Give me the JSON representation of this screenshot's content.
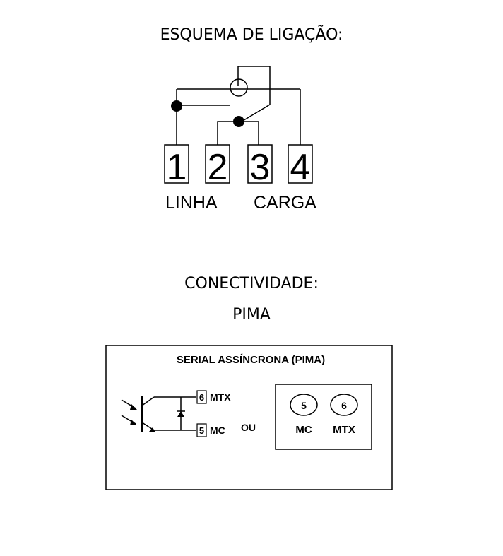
{
  "headings": {
    "esquema": "ESQUEMA DE LIGAÇÃO:",
    "conectividade": "CONECTIVIDADE:",
    "pima": "PIMA"
  },
  "wiring": {
    "terminals": [
      "1",
      "2",
      "3",
      "4"
    ],
    "label_linha": "LINHA",
    "label_carga": "CARGA"
  },
  "serial_box": {
    "title": "SERIAL ASSÍNCRONA (PIMA)",
    "pin_mtx_num": "6",
    "pin_mtx_label": "MTX",
    "pin_mc_num": "5",
    "pin_mc_label": "MC",
    "ou": "OU",
    "connector": {
      "left_num": "5",
      "right_num": "6",
      "left_label": "MC",
      "right_label": "MTX"
    }
  }
}
